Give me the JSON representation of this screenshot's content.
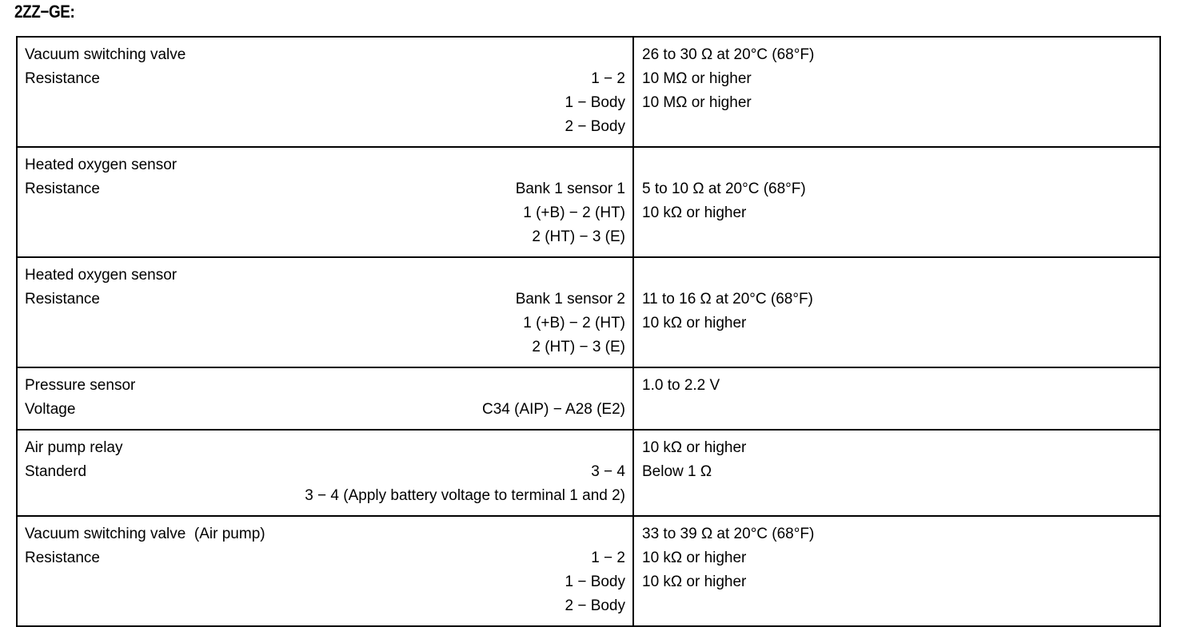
{
  "document": {
    "engine_title": "2ZZ−GE:"
  },
  "table": {
    "rows": [
      {
        "heading": "Vacuum switching valve",
        "measure_label": "Resistance",
        "terminals": [
          "1 − 2",
          "1 − Body",
          "2 − Body"
        ],
        "blank_value_lines": 0,
        "values": [
          "26 to 30 Ω at 20°C (68°F)",
          "10 MΩ or higher",
          "10 MΩ or higher"
        ]
      },
      {
        "heading": "Heated oxygen sensor",
        "measure_label": "Resistance",
        "terminals": [
          "Bank 1 sensor 1",
          "1 (+B) − 2 (HT)",
          "2 (HT) − 3 (E)"
        ],
        "blank_value_lines": 1,
        "values": [
          "5 to 10 Ω at 20°C (68°F)",
          "10 kΩ or higher"
        ]
      },
      {
        "heading": "Heated oxygen sensor",
        "measure_label": "Resistance",
        "terminals": [
          "Bank 1 sensor 2",
          "1 (+B) − 2 (HT)",
          "2 (HT) − 3 (E)"
        ],
        "blank_value_lines": 1,
        "values": [
          "11 to 16 Ω at 20°C (68°F)",
          "10 kΩ or higher"
        ]
      },
      {
        "heading": "Pressure sensor",
        "measure_label": "Voltage",
        "terminals": [
          "C34 (AIP) − A28 (E2)"
        ],
        "blank_value_lines": 0,
        "values": [
          "1.0 to 2.2 V"
        ]
      },
      {
        "heading": "Air pump relay",
        "measure_label": "Standerd",
        "terminals": [
          "3 − 4",
          "3 − 4 (Apply battery voltage to terminal 1 and 2)"
        ],
        "blank_value_lines": 0,
        "values": [
          "10 kΩ or higher",
          "Below 1 Ω"
        ]
      },
      {
        "heading": "Vacuum switching valve  (Air pump)",
        "measure_label": "Resistance",
        "terminals": [
          "1 − 2",
          "1 − Body",
          "2 − Body"
        ],
        "blank_value_lines": 0,
        "values": [
          "33 to 39 Ω at 20°C (68°F)",
          "10 kΩ or higher",
          "10 kΩ or higher"
        ]
      }
    ]
  },
  "colors": {
    "ink": "#000000",
    "paper": "#ffffff"
  }
}
